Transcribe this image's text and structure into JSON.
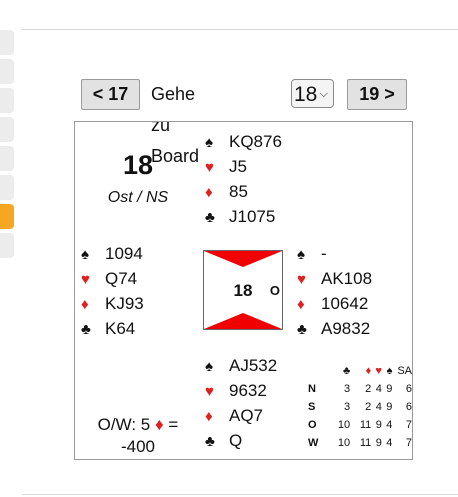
{
  "nav": {
    "prev_label": "< 17",
    "goto_label": "Gehe zu Board",
    "selected_board": "18",
    "next_label": "19 >"
  },
  "board": {
    "number": "18",
    "dealer_vul": "Ost / NS",
    "compass_number": "18",
    "compass_dealer_letter": "O",
    "contract_prefix": "O/W: 5",
    "contract_suffix": "=",
    "score": "-400"
  },
  "hands": {
    "north": {
      "spades": "KQ876",
      "hearts": "J5",
      "diamonds": "85",
      "clubs": "J1075"
    },
    "west": {
      "spades": "1094",
      "hearts": "Q74",
      "diamonds": "KJ93",
      "clubs": "K64"
    },
    "east": {
      "spades": "-",
      "hearts": "AK108",
      "diamonds": "10642",
      "clubs": "A9832"
    },
    "south": {
      "spades": "AJ532",
      "hearts": "9632",
      "diamonds": "AQ7",
      "clubs": "Q"
    }
  },
  "suit_symbols": {
    "spades": "♠",
    "hearts": "♥",
    "diamonds": "♦",
    "clubs": "♣",
    "nt": "SA"
  },
  "makeable": {
    "rows": [
      {
        "seat": "N",
        "c": "3",
        "d": "2",
        "h": "4",
        "s": "9",
        "nt": "6"
      },
      {
        "seat": "S",
        "c": "3",
        "d": "2",
        "h": "4",
        "s": "9",
        "nt": "6"
      },
      {
        "seat": "O",
        "c": "10",
        "d": "11",
        "h": "9",
        "s": "4",
        "nt": "7"
      },
      {
        "seat": "W",
        "c": "10",
        "d": "11",
        "h": "9",
        "s": "4",
        "nt": "7"
      }
    ]
  },
  "colors": {
    "red_suit": "#e02020",
    "accent_tab": "#f5a623",
    "vulnerable": "#f00000"
  }
}
